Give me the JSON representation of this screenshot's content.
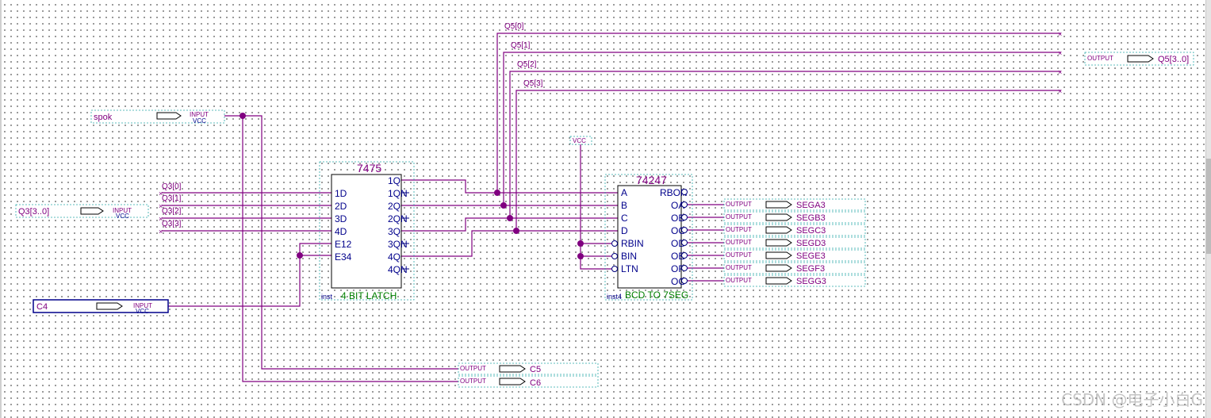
{
  "latch": {
    "title": "7475",
    "desc": "4 BIT LATCH",
    "inst": "inst",
    "inputs": [
      "1D",
      "2D",
      "3D",
      "4D",
      "E12",
      "E34"
    ],
    "outputs": [
      "1Q",
      "1QN",
      "2Q",
      "2QN",
      "3Q",
      "3QN",
      "4Q",
      "4QN"
    ]
  },
  "decoder": {
    "title": "74247",
    "desc": "BCD TO 7SEG",
    "inst": "inst4",
    "inputs": [
      "A",
      "B",
      "C",
      "D",
      "RBIN",
      "BIN",
      "LTN"
    ],
    "outputs": [
      "RBON",
      "OA",
      "OB",
      "OC",
      "OD",
      "OE",
      "OF",
      "OG"
    ]
  },
  "vcc_label": "VCC",
  "input_pins": [
    {
      "name": "spok",
      "type": "INPUT",
      "default": "VCC"
    },
    {
      "name": "Q3[3..0]",
      "type": "INPUT",
      "default": "VCC"
    },
    {
      "name": "C4",
      "type": "INPUT",
      "default": "VCC"
    }
  ],
  "output_pins": [
    {
      "name": "Q5[3..0]",
      "type": "OUTPUT"
    },
    {
      "name": "SEGA3",
      "type": "OUTPUT"
    },
    {
      "name": "SEGB3",
      "type": "OUTPUT"
    },
    {
      "name": "SEGC3",
      "type": "OUTPUT"
    },
    {
      "name": "SEGD3",
      "type": "OUTPUT"
    },
    {
      "name": "SEGE3",
      "type": "OUTPUT"
    },
    {
      "name": "SEGF3",
      "type": "OUTPUT"
    },
    {
      "name": "SEGG3",
      "type": "OUTPUT"
    },
    {
      "name": "C5",
      "type": "OUTPUT"
    },
    {
      "name": "C6",
      "type": "OUTPUT"
    }
  ],
  "bus_labels": {
    "q3": [
      "Q3[0]",
      "Q3[1]",
      "Q3[2]",
      "Q3[3]"
    ],
    "q5": [
      "Q5[0]",
      "Q5[1]",
      "Q5[2]",
      "Q5[3]"
    ]
  },
  "watermark": "CSDN @电子小白G"
}
